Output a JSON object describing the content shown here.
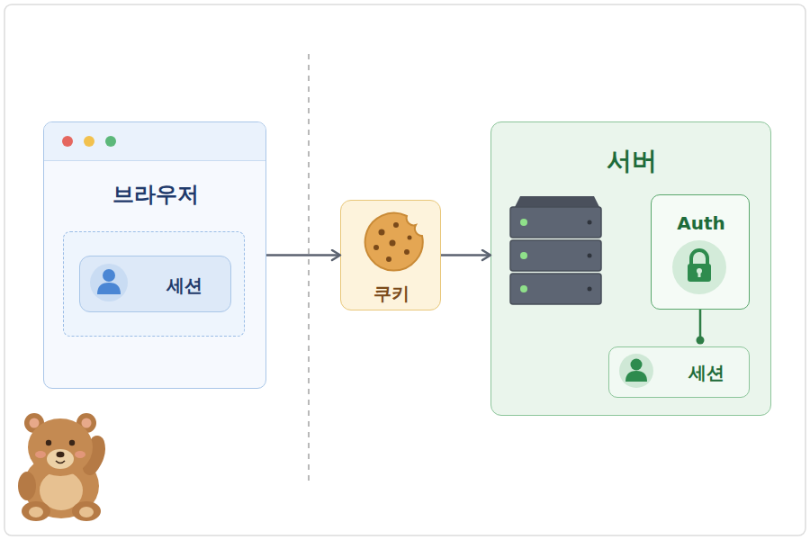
{
  "diagram": {
    "nodes": [
      {
        "text": [
          "브라우저"
        ]
      },
      {
        "text": [
          "세션"
        ],
        "in": 0
      },
      {
        "text": [
          "쿠키"
        ]
      },
      {
        "text": [
          "서버"
        ]
      },
      {
        "text": [
          "Auth"
        ],
        "in": 3
      },
      {
        "text": [
          "세션"
        ],
        "in": 3
      }
    ],
    "edges": [
      {
        "from": 0,
        "to": 2,
        "arrow": "to"
      },
      {
        "from": 2,
        "to": 3,
        "arrow": "to"
      },
      {
        "from": 4,
        "to": 5,
        "arrow": "none"
      }
    ]
  }
}
